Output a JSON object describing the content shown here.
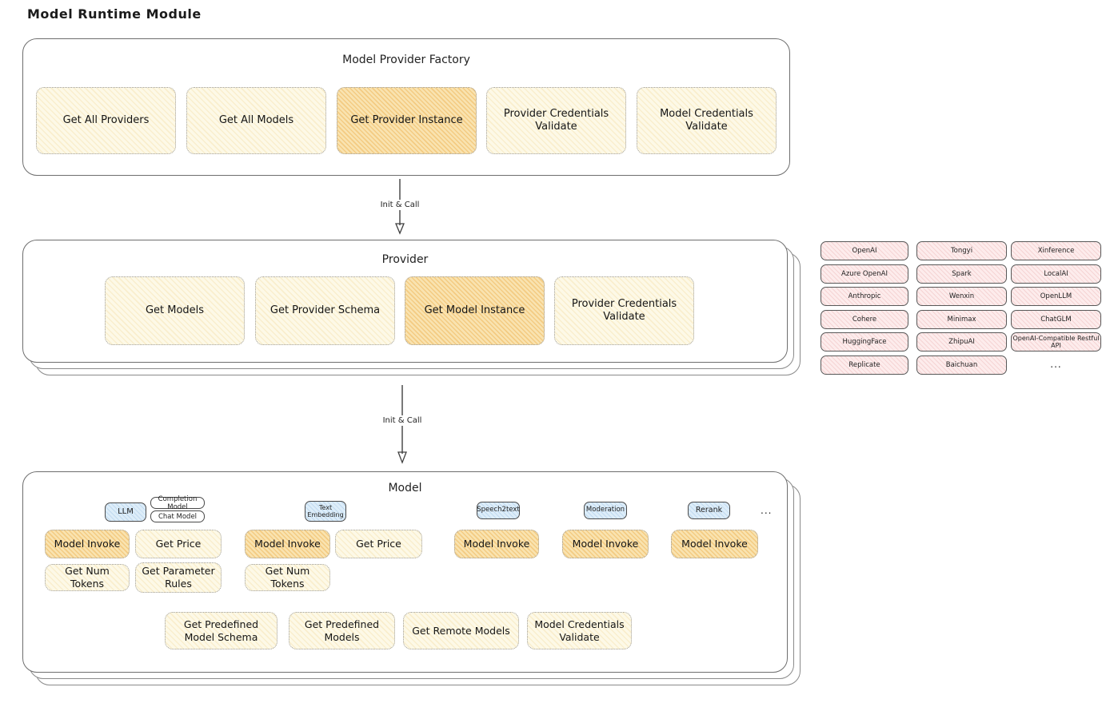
{
  "title": "Model Runtime Module",
  "colors": {
    "box_yellow": "#fdf9e7",
    "box_yellow_highlight": "#f9e3b0",
    "box_pink": "#fdecec",
    "box_blue": "#ddedf9",
    "container_border": "#6e6e6e"
  },
  "arrows": {
    "label1": "Init & Call",
    "label2": "Init & Call"
  },
  "factory": {
    "title": "Model Provider Factory",
    "boxes": [
      {
        "label": "Get All Providers"
      },
      {
        "label": "Get All Models"
      },
      {
        "label": "Get Provider Instance"
      },
      {
        "label": "Provider Credentials Validate"
      },
      {
        "label": "Model Credentials Validate"
      }
    ]
  },
  "provider": {
    "title": "Provider",
    "boxes": [
      {
        "label": "Get Models"
      },
      {
        "label": "Get Provider Schema"
      },
      {
        "label": "Get Model Instance"
      },
      {
        "label": "Provider Credentials Validate"
      }
    ]
  },
  "providers_list": {
    "col1": [
      "OpenAI",
      "Azure OpenAI",
      "Anthropic",
      "Cohere",
      "HuggingFace",
      "Replicate"
    ],
    "col2": [
      "Tongyi",
      "Spark",
      "Wenxin",
      "Minimax",
      "ZhipuAI",
      "Baichuan"
    ],
    "col3": [
      "Xinference",
      "LocalAI",
      "OpenLLM",
      "ChatGLM",
      "OpenAI-Compatible Restful API"
    ],
    "more": "..."
  },
  "model": {
    "title": "Model",
    "tabs": {
      "llm": "LLM",
      "completion": "Completion Model",
      "chat": "Chat Model",
      "embedding": "Text Embedding",
      "speech": "Speech2text",
      "moderation": "Moderation",
      "rerank": "Rerank",
      "more": "..."
    },
    "fns": {
      "model_invoke": "Model Invoke",
      "get_price": "Get Price",
      "get_num_tokens": "Get Num Tokens",
      "get_parameter_rules": "Get Parameter Rules",
      "get_predefined_model_schema": "Get Predefined Model Schema",
      "get_predefined_models": "Get Predefined Models",
      "get_remote_models": "Get Remote Models",
      "model_credentials_validate": "Model Credentials Validate"
    }
  }
}
